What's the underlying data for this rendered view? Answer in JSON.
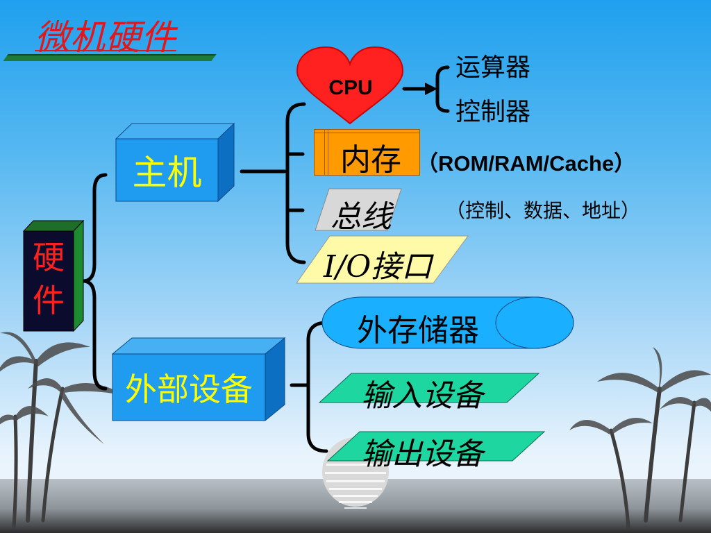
{
  "slide": {
    "title": "微机硬件",
    "hardware_label": "硬件",
    "host_label": "主机",
    "peripheral_label": "外部设备",
    "cpu_label": "CPU",
    "cpu_parts": [
      "运算器",
      "控制器"
    ],
    "memory_label": "内存",
    "memory_detail": "（ROM/RAM/Cache）",
    "bus_label": "总线",
    "bus_detail": "（控制、数据、地址）",
    "io_label": "I/O接口",
    "external_storage_label": "外存储器",
    "input_label": "输入设备",
    "output_label": "输出设备"
  },
  "colors": {
    "title": "#e5161b",
    "hardware_box": "#0b0b2e",
    "hardware_text": "#ff2020",
    "box_blue": "#1f9bf0",
    "box_text_yellow": "#ffff00",
    "cpu_heart": "#ff2020",
    "memory_orange": "#ff9a00",
    "bus_gray": "#d8d8d8",
    "io_yellow": "#fffaa8",
    "storage_blue": "#1ab0ff",
    "device_green": "#1ed7a0"
  },
  "icons": [
    "heart-shape",
    "palm-tree-icon",
    "sunset-icon"
  ]
}
